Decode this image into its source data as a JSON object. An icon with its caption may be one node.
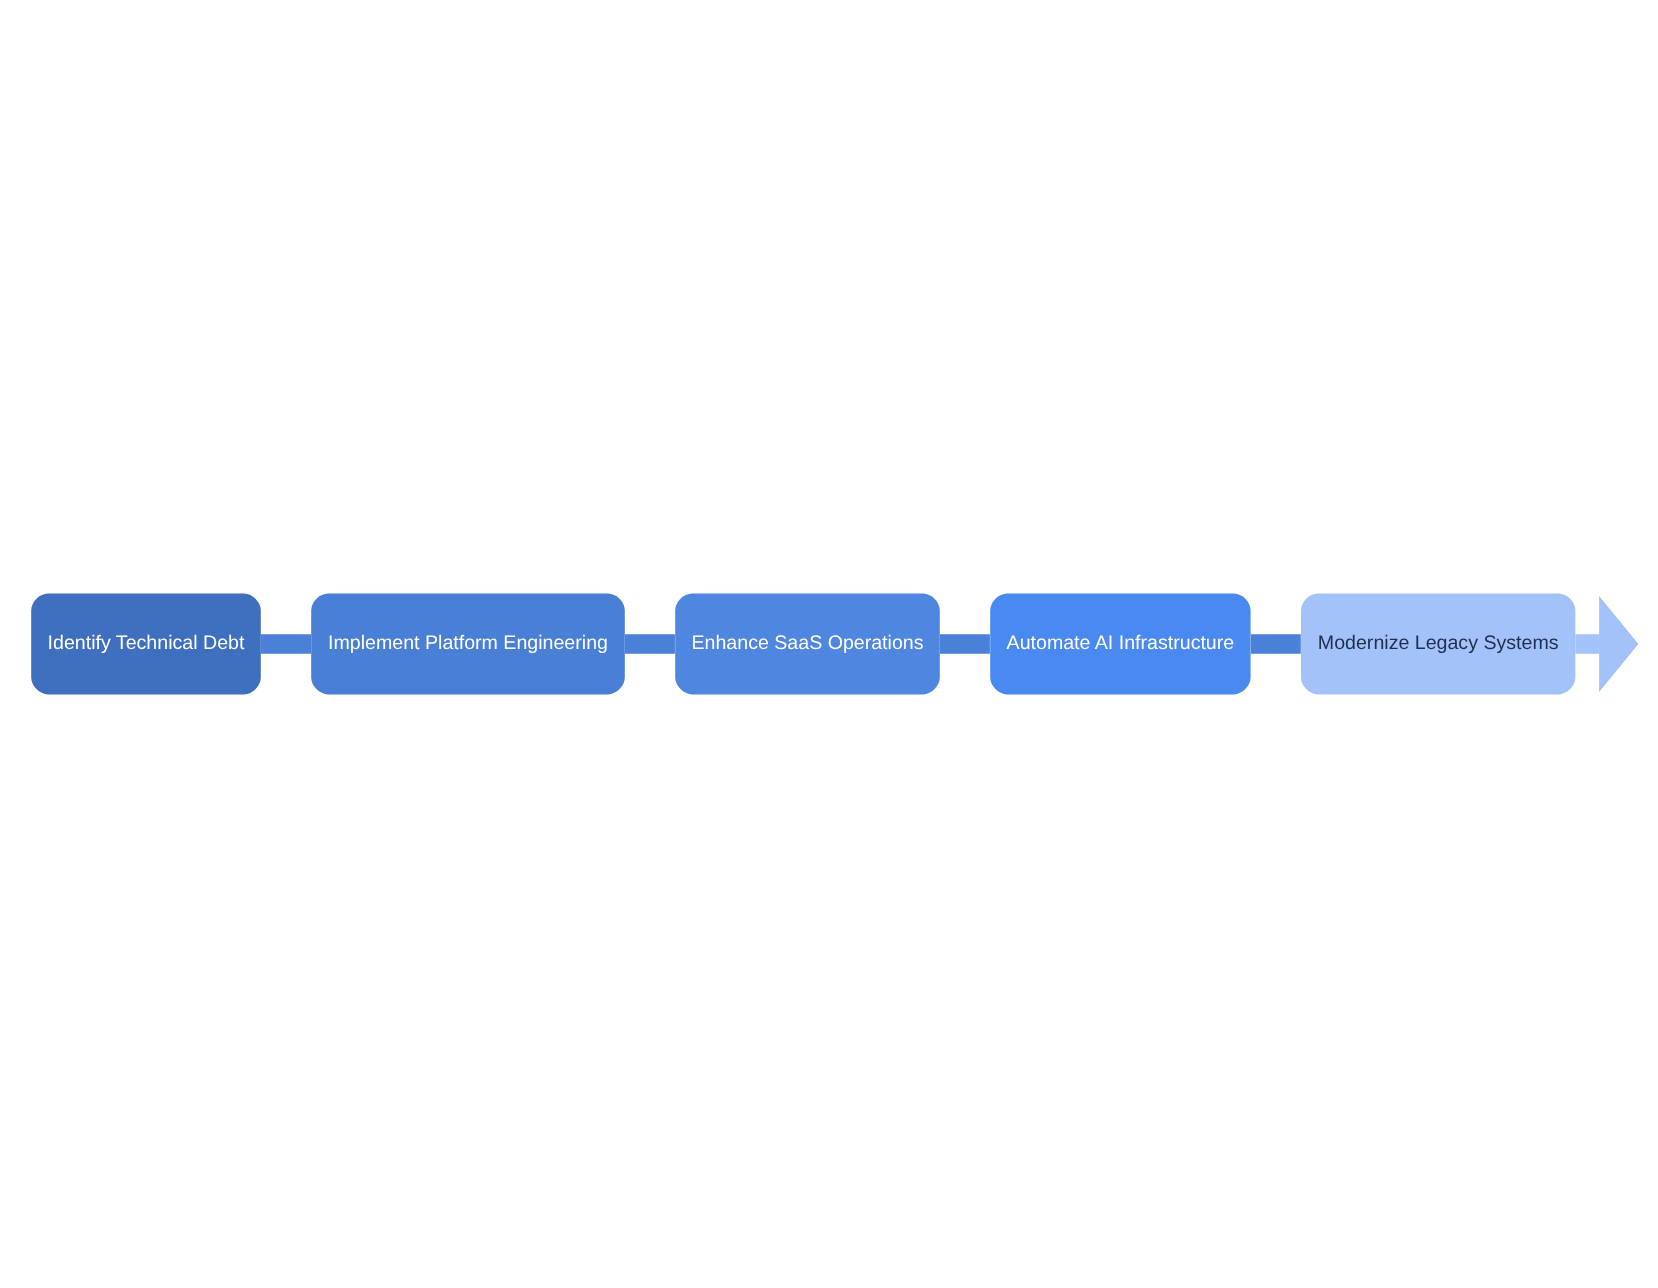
{
  "diagram": {
    "nodes": [
      {
        "text": [
          "Identify Technical Debt"
        ]
      },
      {
        "text": [
          "Implement Platform Engineering"
        ]
      },
      {
        "text": [
          "Enhance SaaS Operations"
        ]
      },
      {
        "text": [
          "Automate AI Infrastructure"
        ]
      },
      {
        "text": [
          "Modernize Legacy Systems"
        ]
      }
    ],
    "edges": [
      {
        "from": 0,
        "to": 1,
        "arrow": "none"
      },
      {
        "from": 1,
        "to": 2,
        "arrow": "none"
      },
      {
        "from": 2,
        "to": 3,
        "arrow": "none"
      },
      {
        "from": 3,
        "to": 4,
        "arrow": "none"
      },
      {
        "from": 4,
        "to": null,
        "arrow": "to",
        "color": "#a3c2fa"
      }
    ]
  }
}
